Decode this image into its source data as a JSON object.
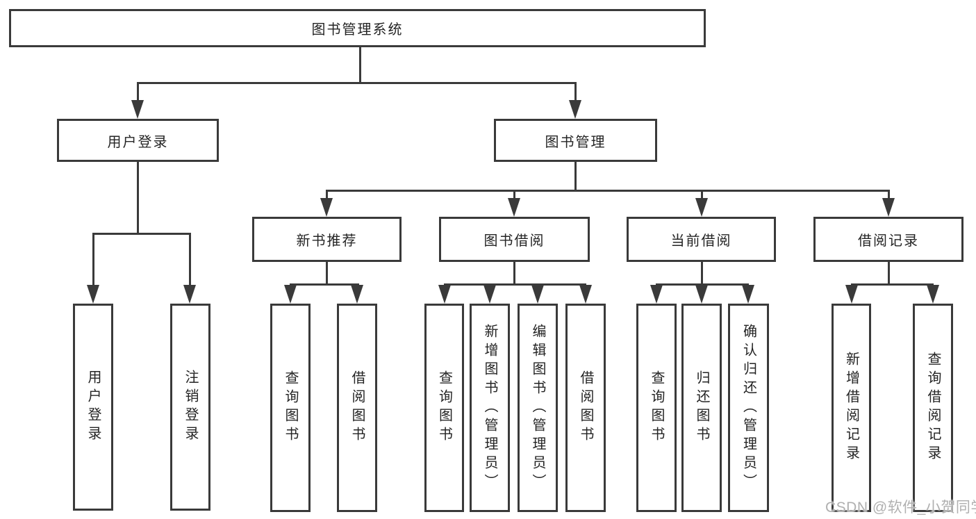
{
  "nodes": {
    "root": "图书管理系统",
    "user_login": "用户登录",
    "book_mgmt": "图书管理",
    "new_book": "新书推荐",
    "book_borrow": "图书借阅",
    "current_borrow": "当前借阅",
    "borrow_record": "借阅记录",
    "leaves": {
      "user": [
        "用户登录",
        "注销登录"
      ],
      "new_book": [
        "查询图书",
        "借阅图书"
      ],
      "book_borrow": [
        "查询图书",
        "新增图书（管理员）",
        "编辑图书（管理员）",
        "借阅图书"
      ],
      "current_borrow": [
        "查询图书",
        "归还图书",
        "确认归还（管理员）"
      ],
      "borrow_record": [
        "新增借阅记录",
        "查询借阅记录"
      ]
    }
  },
  "watermark": "CSDN @软件_小贺同学",
  "colors": {
    "line": "#3a3a3a",
    "text": "#242424",
    "box_background": "#ffffff",
    "watermark": "#b0b0b0"
  }
}
